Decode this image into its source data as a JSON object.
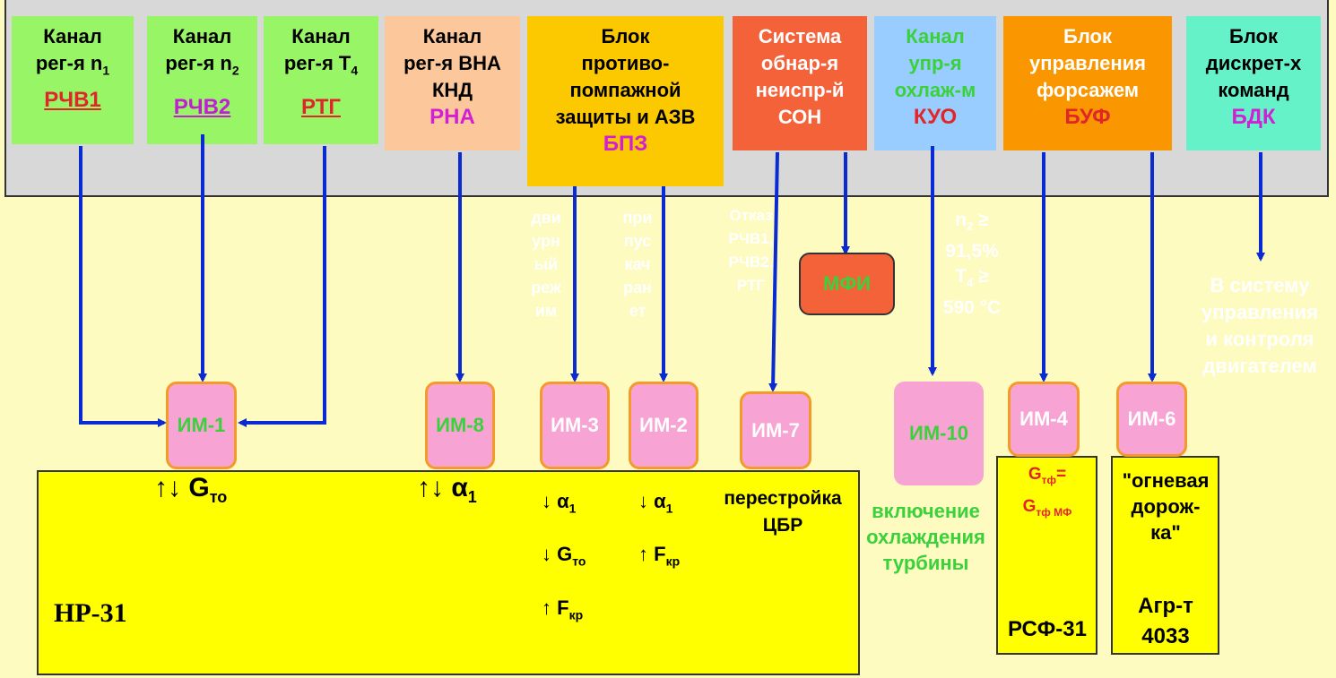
{
  "blocks": [
    {
      "l1": "Канал",
      "l2": "рег-я n",
      "sub": "1",
      "abbr": "РЧВ1"
    },
    {
      "l1": "Канал",
      "l2": "рег-я n",
      "sub": "2",
      "abbr": "РЧВ2"
    },
    {
      "l1": "Канал",
      "l2": "рег-я T",
      "sub": "4",
      "abbr": "РТГ"
    },
    {
      "l1": "Канал",
      "l2": "рег-я ВНА",
      "l3": "КНД",
      "abbr": "РНА"
    },
    {
      "l1": "Блок",
      "l2": "противо-",
      "l3": "помпажной",
      "l4": "защиты и АЗВ",
      "abbr": "БПЗ"
    },
    {
      "l1": "Система",
      "l2": "обнар-я",
      "l3": "неиспр-й",
      "l4": "СОН"
    },
    {
      "l1": "Канал",
      "l2": "упр-я",
      "l3": "охлаж-м",
      "abbr": "КУО"
    },
    {
      "l1": "Блок",
      "l2": "управления",
      "l3": "форсажем",
      "abbr": "БУФ"
    },
    {
      "l1": "Блок",
      "l2": "дискрет-х",
      "l3": "команд",
      "abbr": "БДК"
    }
  ],
  "im": {
    "im1": "ИМ-1",
    "im8": "ИМ-8",
    "im3": "ИМ-3",
    "im2": "ИМ-2",
    "im7": "ИМ-7",
    "im10": "ИМ-10",
    "im4": "ИМ-4",
    "im6": "ИМ-6",
    "mfi": "МФИ"
  },
  "notes": {
    "bpz1": [
      "дви",
      "урн",
      "ый",
      "реж",
      "им"
    ],
    "bpz2": [
      "при",
      "пус",
      "кач",
      "ран",
      "ет"
    ],
    "son": [
      "Отказ",
      "РЧВ1,",
      "РЧВ2,",
      "РТГ"
    ],
    "kuo_n2": "n",
    "kuo_n2_sub": "2",
    "kuo_ge": " ≥",
    "kuo_pct": "91,5%",
    "kuo_t4": "T",
    "kuo_t4_sub": "4",
    "kuo_temp": "590 °C",
    "bdk": [
      "В систему",
      "управления",
      "и контроля",
      "двигателем"
    ]
  },
  "engine": {
    "name": "НР-31",
    "im1_arrows": "↑↓ ",
    "im1_var": "G",
    "im1_sub": "то",
    "im8_arrows": "↑↓ ",
    "im8_var": "α",
    "im8_sub": "1",
    "im3_a": "↓ α",
    "im3_a_sub": "1",
    "im3_g": "↓ G",
    "im3_g_sub": "то",
    "im3_f": "↑ F",
    "im3_f_sub": "кр",
    "im2_a": "↓ α",
    "im2_a_sub": "1",
    "im2_f": "↑ F",
    "im2_f_sub": "кр",
    "im7": [
      "перестройка",
      "ЦБР"
    ]
  },
  "cooling": [
    "включение",
    "охлаждения",
    "турбины"
  ],
  "rsf": {
    "g1": "G",
    "g1_sub": "тф",
    "eq": "=",
    "g2": "G",
    "g2_sub": "тф МФ",
    "name": "РСФ-31"
  },
  "agr": {
    "text": [
      "\"огневая",
      "дорож-",
      "ка\""
    ],
    "name": [
      "Агр-т",
      "4033"
    ]
  },
  "colors": {
    "background": "#fdfbbf",
    "panel": "#d8d8d8",
    "green_block": "#98f566",
    "peach": "#fcc89b",
    "gold": "#fcc800",
    "red_orange": "#f4623a",
    "light_blue": "#99ccff",
    "orange": "#fa9600",
    "teal": "#66f2c8",
    "pink_im": "#f7a3d3",
    "arrow": "#0a2bd1",
    "engine": "#ffff00"
  }
}
